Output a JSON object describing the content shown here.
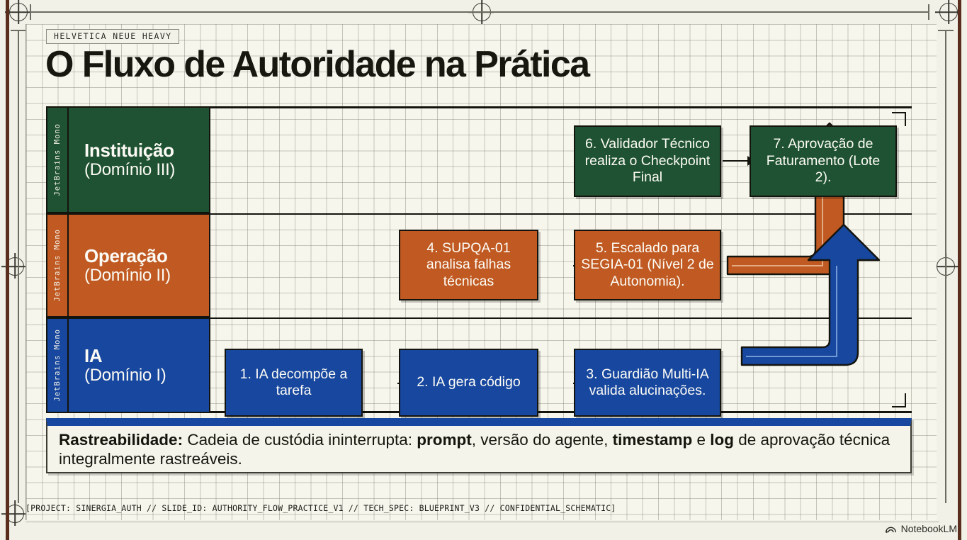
{
  "slide": {
    "font_chip": "HELVETICA NEUE HEAVY",
    "title": "O Fluxo de Autoridade na Prática",
    "meta_line": "[PROJECT: SINERGIA_AUTH // SLIDE_ID: AUTHORITY_FLOW_PRACTICE_V1 // TECH_SPEC: BLUEPRINT_V3 // CONFIDENTIAL_SCHEMATIC]",
    "brand": "NotebookLM"
  },
  "colors": {
    "blue": "#17479E",
    "orange": "#C05A22",
    "green": "#1F5232",
    "paper": "#F7F6ED",
    "ink": "#14140E"
  },
  "lanes": [
    {
      "id": "institution",
      "spine_label": "JetBrains Mono",
      "title": "Instituição",
      "subtitle": "(Domínio III)",
      "color": "#1F5232"
    },
    {
      "id": "operation",
      "spine_label": "JetBrains Mono",
      "title": "Operação",
      "subtitle": "(Domínio II)",
      "color": "#C05A22"
    },
    {
      "id": "ia",
      "spine_label": "JetBrains Mono",
      "title": "IA",
      "subtitle": "(Domínio I)",
      "color": "#17479E"
    }
  ],
  "steps": [
    {
      "n": 1,
      "lane": "ia",
      "text": "1. IA decompõe a tarefa"
    },
    {
      "n": 2,
      "lane": "ia",
      "text": "2. IA gera código"
    },
    {
      "n": 3,
      "lane": "ia",
      "text": "3. Guardião Multi-IA valida alucinações."
    },
    {
      "n": 4,
      "lane": "operation",
      "text": "4. SUPQA-01 analisa falhas técnicas"
    },
    {
      "n": 5,
      "lane": "operation",
      "text": "5. Escalado para SEGIA-01 (Nível 2 de Autonomia)."
    },
    {
      "n": 6,
      "lane": "institution",
      "text": "6. Validador Técnico realiza o Checkpoint Final"
    },
    {
      "n": 7,
      "lane": "institution",
      "text": "7. Aprovação de Faturamento (Lote 2)."
    }
  ],
  "connectors": [
    {
      "from": 1,
      "to": 2,
      "kind": "straight"
    },
    {
      "from": 2,
      "to": 3,
      "kind": "straight"
    },
    {
      "from": 4,
      "to": 5,
      "kind": "straight"
    },
    {
      "from": 6,
      "to": 7,
      "kind": "straight"
    },
    {
      "from": 3,
      "to": 5,
      "kind": "elbow-up",
      "color": "#17479E"
    },
    {
      "from": 5,
      "to": 7,
      "kind": "elbow-up",
      "color": "#C05A22"
    }
  ],
  "callout": {
    "label": "Rastreabilidade:",
    "part1": " Cadeia de custódia ininterrupta: ",
    "kw1": "prompt",
    "part2": ", versão do agente, ",
    "kw2": "timestamp",
    "part3": " e ",
    "kw3": "log",
    "part4": " de aprovação técnica integralmente rastreáveis."
  }
}
